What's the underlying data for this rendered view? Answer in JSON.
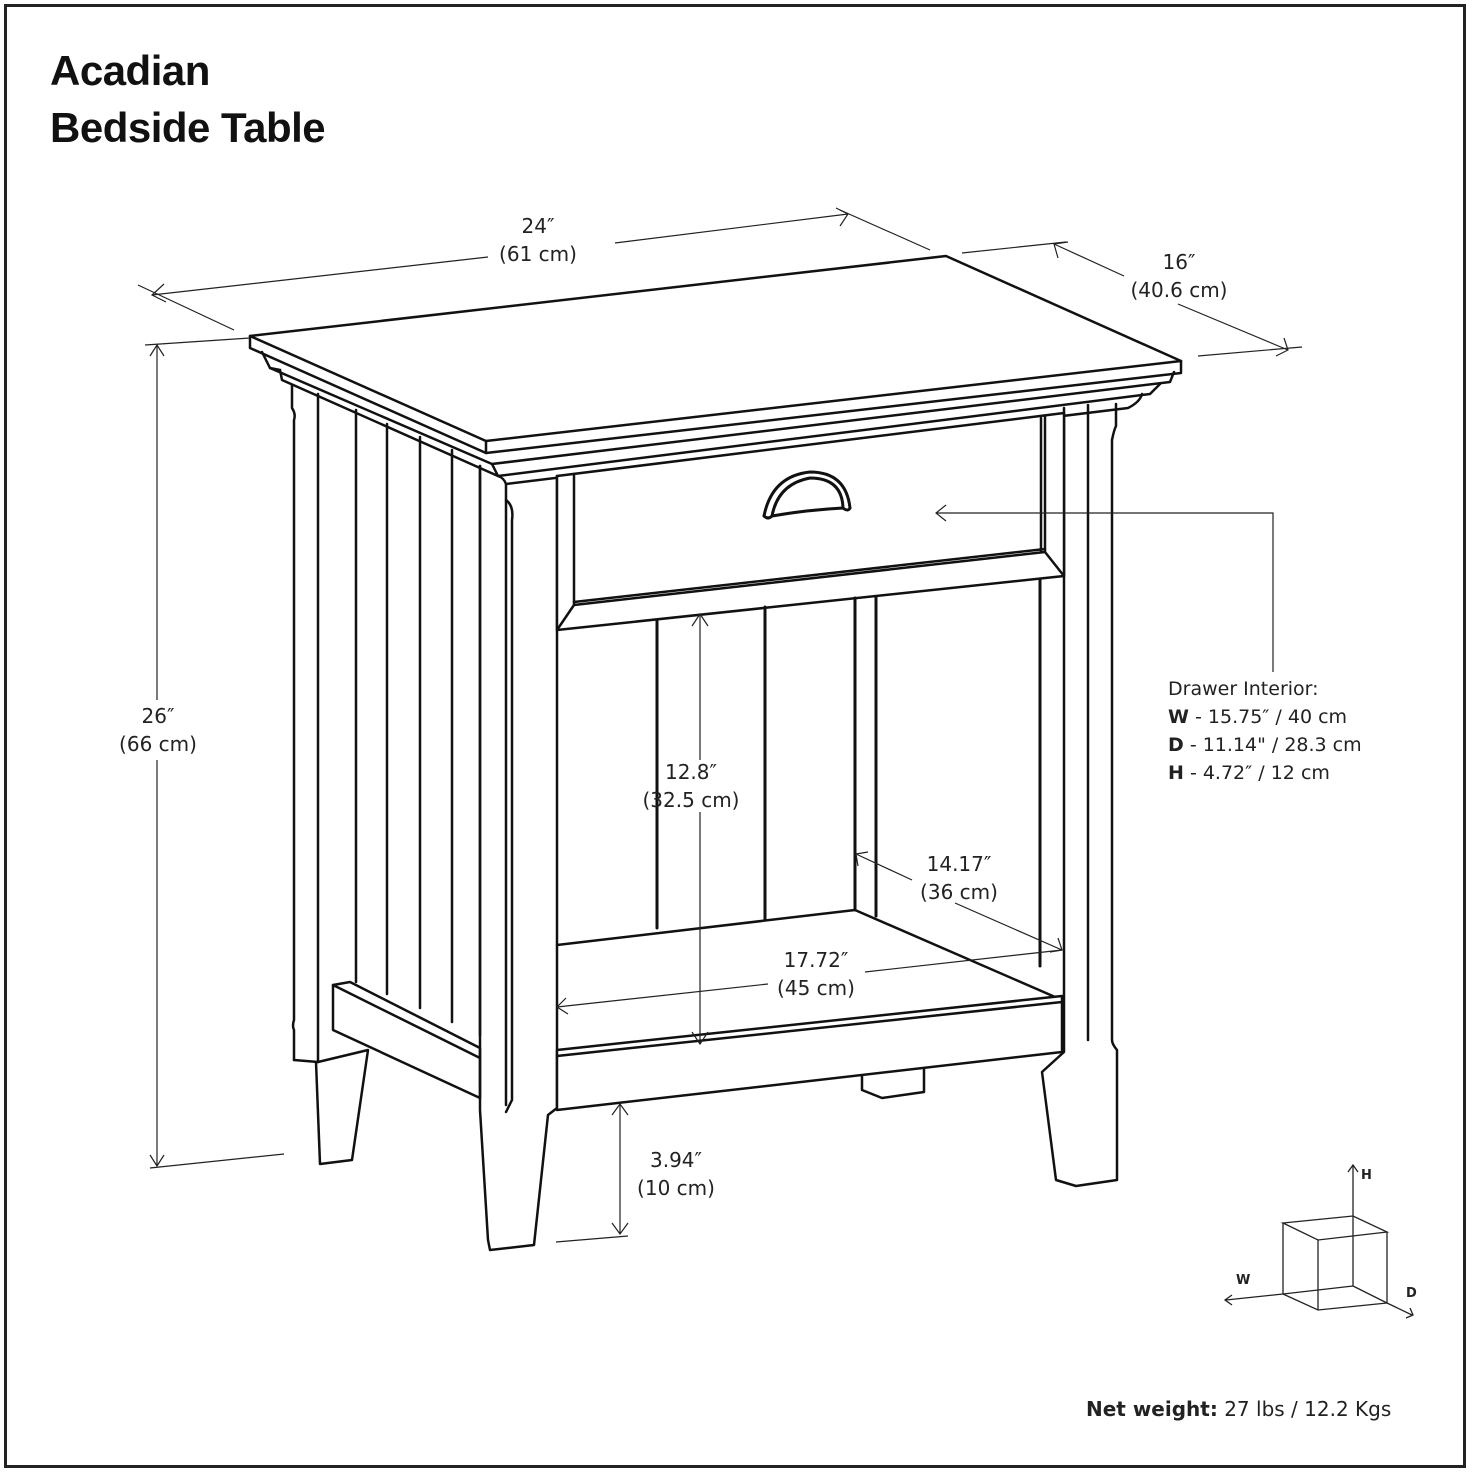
{
  "title": {
    "line1": "Acadian",
    "line2": "Bedside Table"
  },
  "dimensions": {
    "width": {
      "imperial": "24″",
      "metric": "(61 cm)"
    },
    "depth": {
      "imperial": "16″",
      "metric": "(40.6 cm)"
    },
    "height": {
      "imperial": "26″",
      "metric": "(66 cm)"
    },
    "shelf_clearance": {
      "imperial": "12.8″",
      "metric": "(32.5 cm)"
    },
    "shelf_depth": {
      "imperial": "14.17″",
      "metric": "(36 cm)"
    },
    "shelf_width": {
      "imperial": "17.72″",
      "metric": "(45 cm)"
    },
    "leg_clearance": {
      "imperial": "3.94″",
      "metric": "(10 cm)"
    }
  },
  "drawer_interior": {
    "heading": "Drawer Interior:",
    "rows": [
      {
        "key": "W",
        "value": " - 15.75″ / 40 cm"
      },
      {
        "key": "D",
        "value": " - 11.14\" / 28.3 cm"
      },
      {
        "key": "H",
        "value": " - 4.72″ / 12 cm"
      }
    ]
  },
  "axis_legend": {
    "h": "H",
    "w": "W",
    "d": "D"
  },
  "net_weight": {
    "label": "Net weight:",
    "value": " 27 lbs / 12.2 Kgs"
  },
  "colors": {
    "line": "#111111",
    "text": "#222222",
    "background": "#ffffff"
  }
}
